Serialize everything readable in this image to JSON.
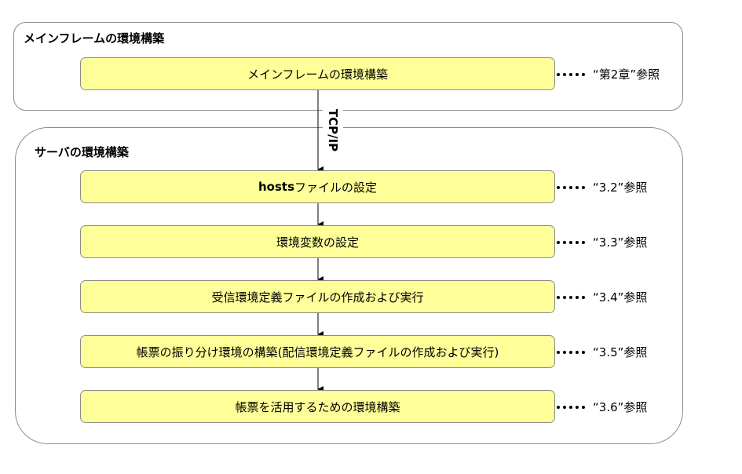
{
  "colors": {
    "step_fill": "#ffff99",
    "border": "#8c8c8c",
    "text": "#000000"
  },
  "mainframe": {
    "title": "メインフレームの環境構築",
    "step": {
      "label": "メインフレームの環境構築",
      "reference": "“第2章”参照"
    }
  },
  "connection": {
    "label": "TCP/IP"
  },
  "server": {
    "title": "サーバの環境構築",
    "steps": [
      {
        "label_bold": "hosts",
        "label": "ファイルの設定",
        "reference": "“3.2”参照"
      },
      {
        "label_bold": "",
        "label": "環境変数の設定",
        "reference": "“3.3”参照"
      },
      {
        "label_bold": "",
        "label": "受信環境定義ファイルの作成および実行",
        "reference": "“3.4”参照"
      },
      {
        "label_bold": "",
        "label": "帳票の振り分け環境の構築(配信環境定義ファイルの作成および実行)",
        "reference": "“3.5”参照"
      },
      {
        "label_bold": "",
        "label": "帳票を活用するための環境構築",
        "reference": "“3.6”参照"
      }
    ]
  }
}
